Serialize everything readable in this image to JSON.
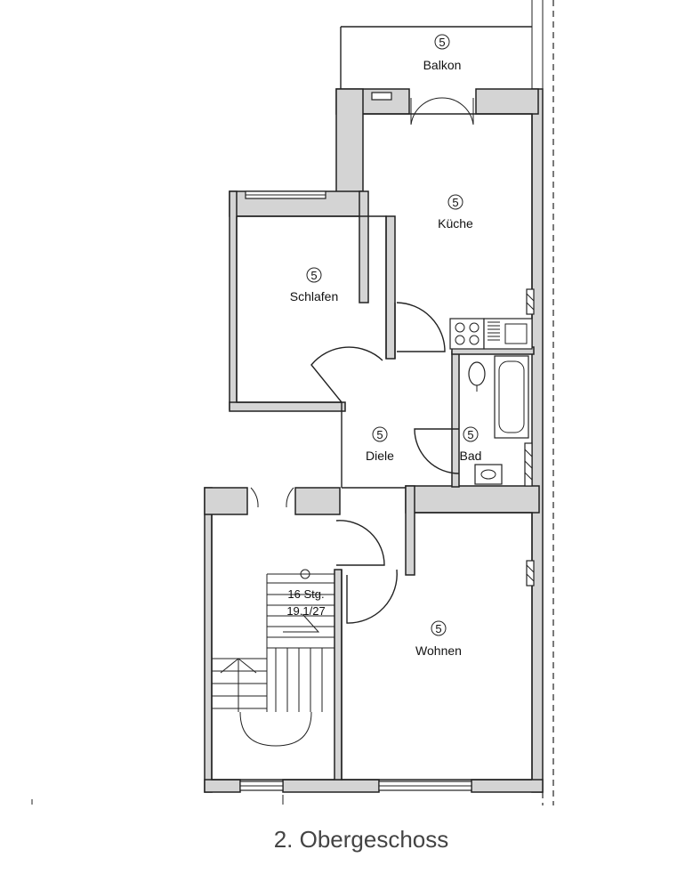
{
  "rooms": {
    "balkon": {
      "label": "Balkon",
      "number": "5"
    },
    "kueche": {
      "label": "Küche",
      "number": "5"
    },
    "schlafen": {
      "label": "Schlafen",
      "number": "5"
    },
    "diele": {
      "label": "Diele",
      "number": "5"
    },
    "bad": {
      "label": "Bad",
      "number": "5"
    },
    "wohnen": {
      "label": "Wohnen",
      "number": "5"
    }
  },
  "stair": {
    "steps_label": "16 Stg.",
    "dimension_label": "19.1/27"
  },
  "caption": "2. Obergeschoss"
}
